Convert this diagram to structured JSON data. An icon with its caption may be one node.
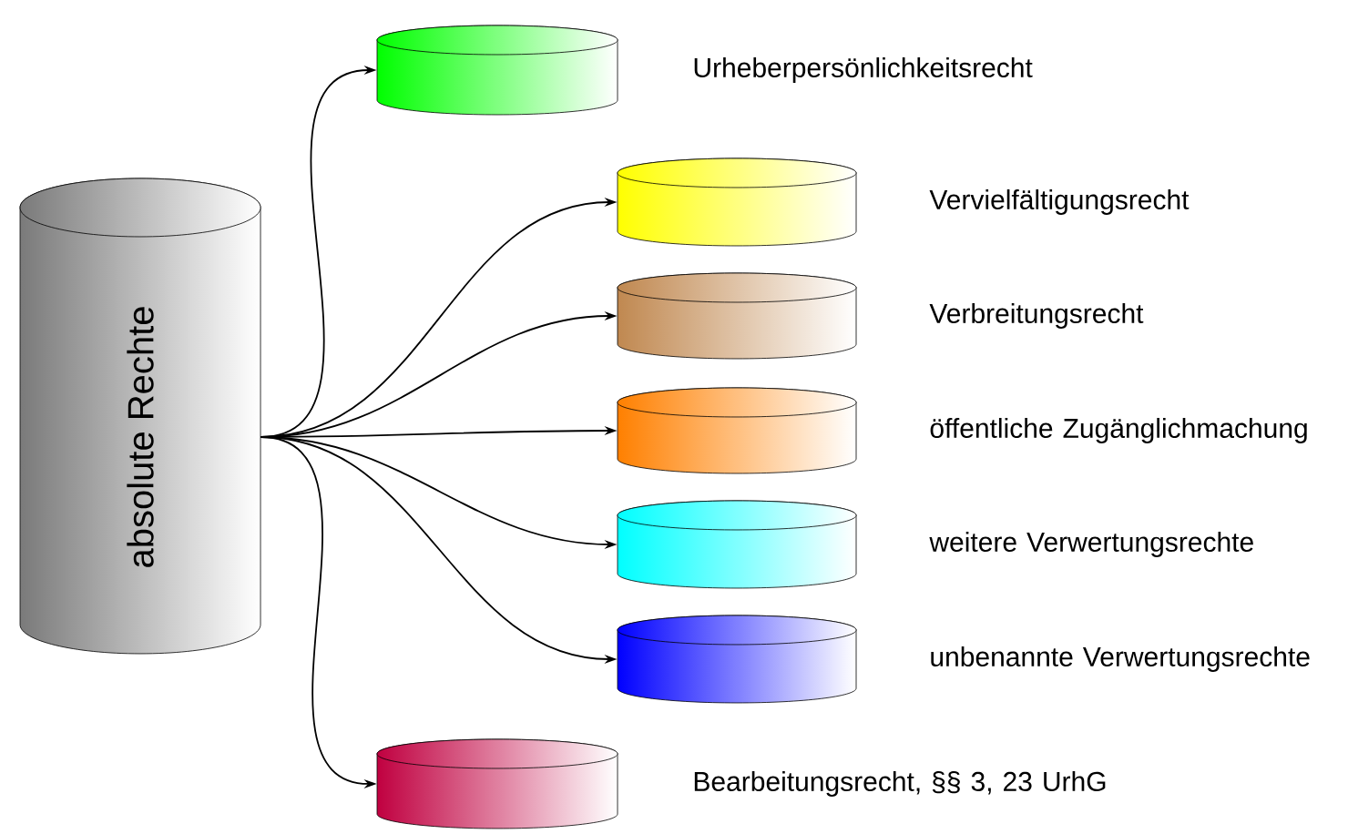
{
  "diagram": {
    "nodes": [
      {
        "text": [
          "absolute Rechte"
        ]
      },
      {
        "text": [],
        "shape": "cylinder",
        "beside": [
          "Urheberpersönlichkeitsrecht"
        ]
      },
      {
        "text": [],
        "shape": "cylinder",
        "beside": [
          "Vervielfältigungsrecht"
        ]
      },
      {
        "text": [],
        "shape": "cylinder",
        "beside": [
          "Verbreitungsrecht"
        ]
      },
      {
        "text": [],
        "shape": "cylinder",
        "beside": [
          "öffentliche Zugänglichmachung"
        ]
      },
      {
        "text": [],
        "shape": "cylinder",
        "beside": [
          "weitere Verwertungsrechte"
        ]
      },
      {
        "text": [],
        "shape": "cylinder",
        "beside": [
          "unbenannte Verwertungsrechte"
        ]
      },
      {
        "text": [],
        "shape": "cylinder",
        "beside": [
          "Bearbeitungsrecht, §§ 3, 23 UrhG"
        ]
      }
    ],
    "edges": [
      {
        "from": 0,
        "to": 1,
        "arrow": "to"
      },
      {
        "from": 0,
        "to": 2,
        "arrow": "to"
      },
      {
        "from": 0,
        "to": 3,
        "arrow": "to"
      },
      {
        "from": 0,
        "to": 4,
        "arrow": "to"
      },
      {
        "from": 0,
        "to": 5,
        "arrow": "to"
      },
      {
        "from": 0,
        "to": 6,
        "arrow": "to"
      },
      {
        "from": 0,
        "to": 7,
        "arrow": "to"
      }
    ]
  }
}
